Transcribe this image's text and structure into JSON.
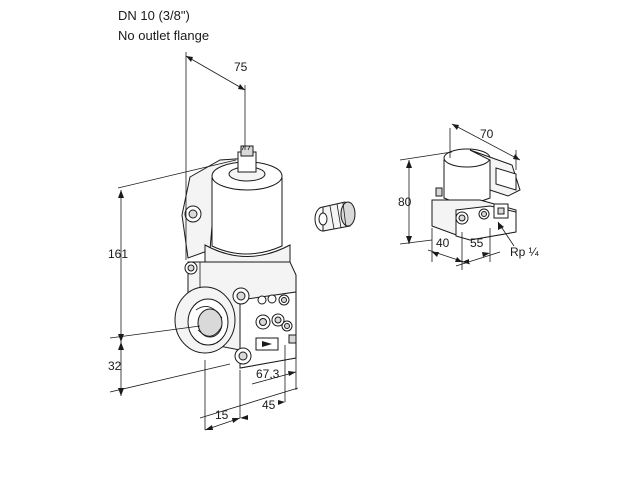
{
  "header": {
    "title": "DN 10 (3/8\")",
    "subtitle": "No outlet flange"
  },
  "main_valve": {
    "dimensions": {
      "width_top": "75",
      "height_total": "161",
      "height_lower": "32",
      "offset_a": "67,3",
      "offset_b": "45",
      "offset_c": "15"
    }
  },
  "small_valve": {
    "dimensions": {
      "depth": "70",
      "height": "80",
      "width_a": "40",
      "width_b": "55",
      "port": "Rp ¼"
    }
  }
}
